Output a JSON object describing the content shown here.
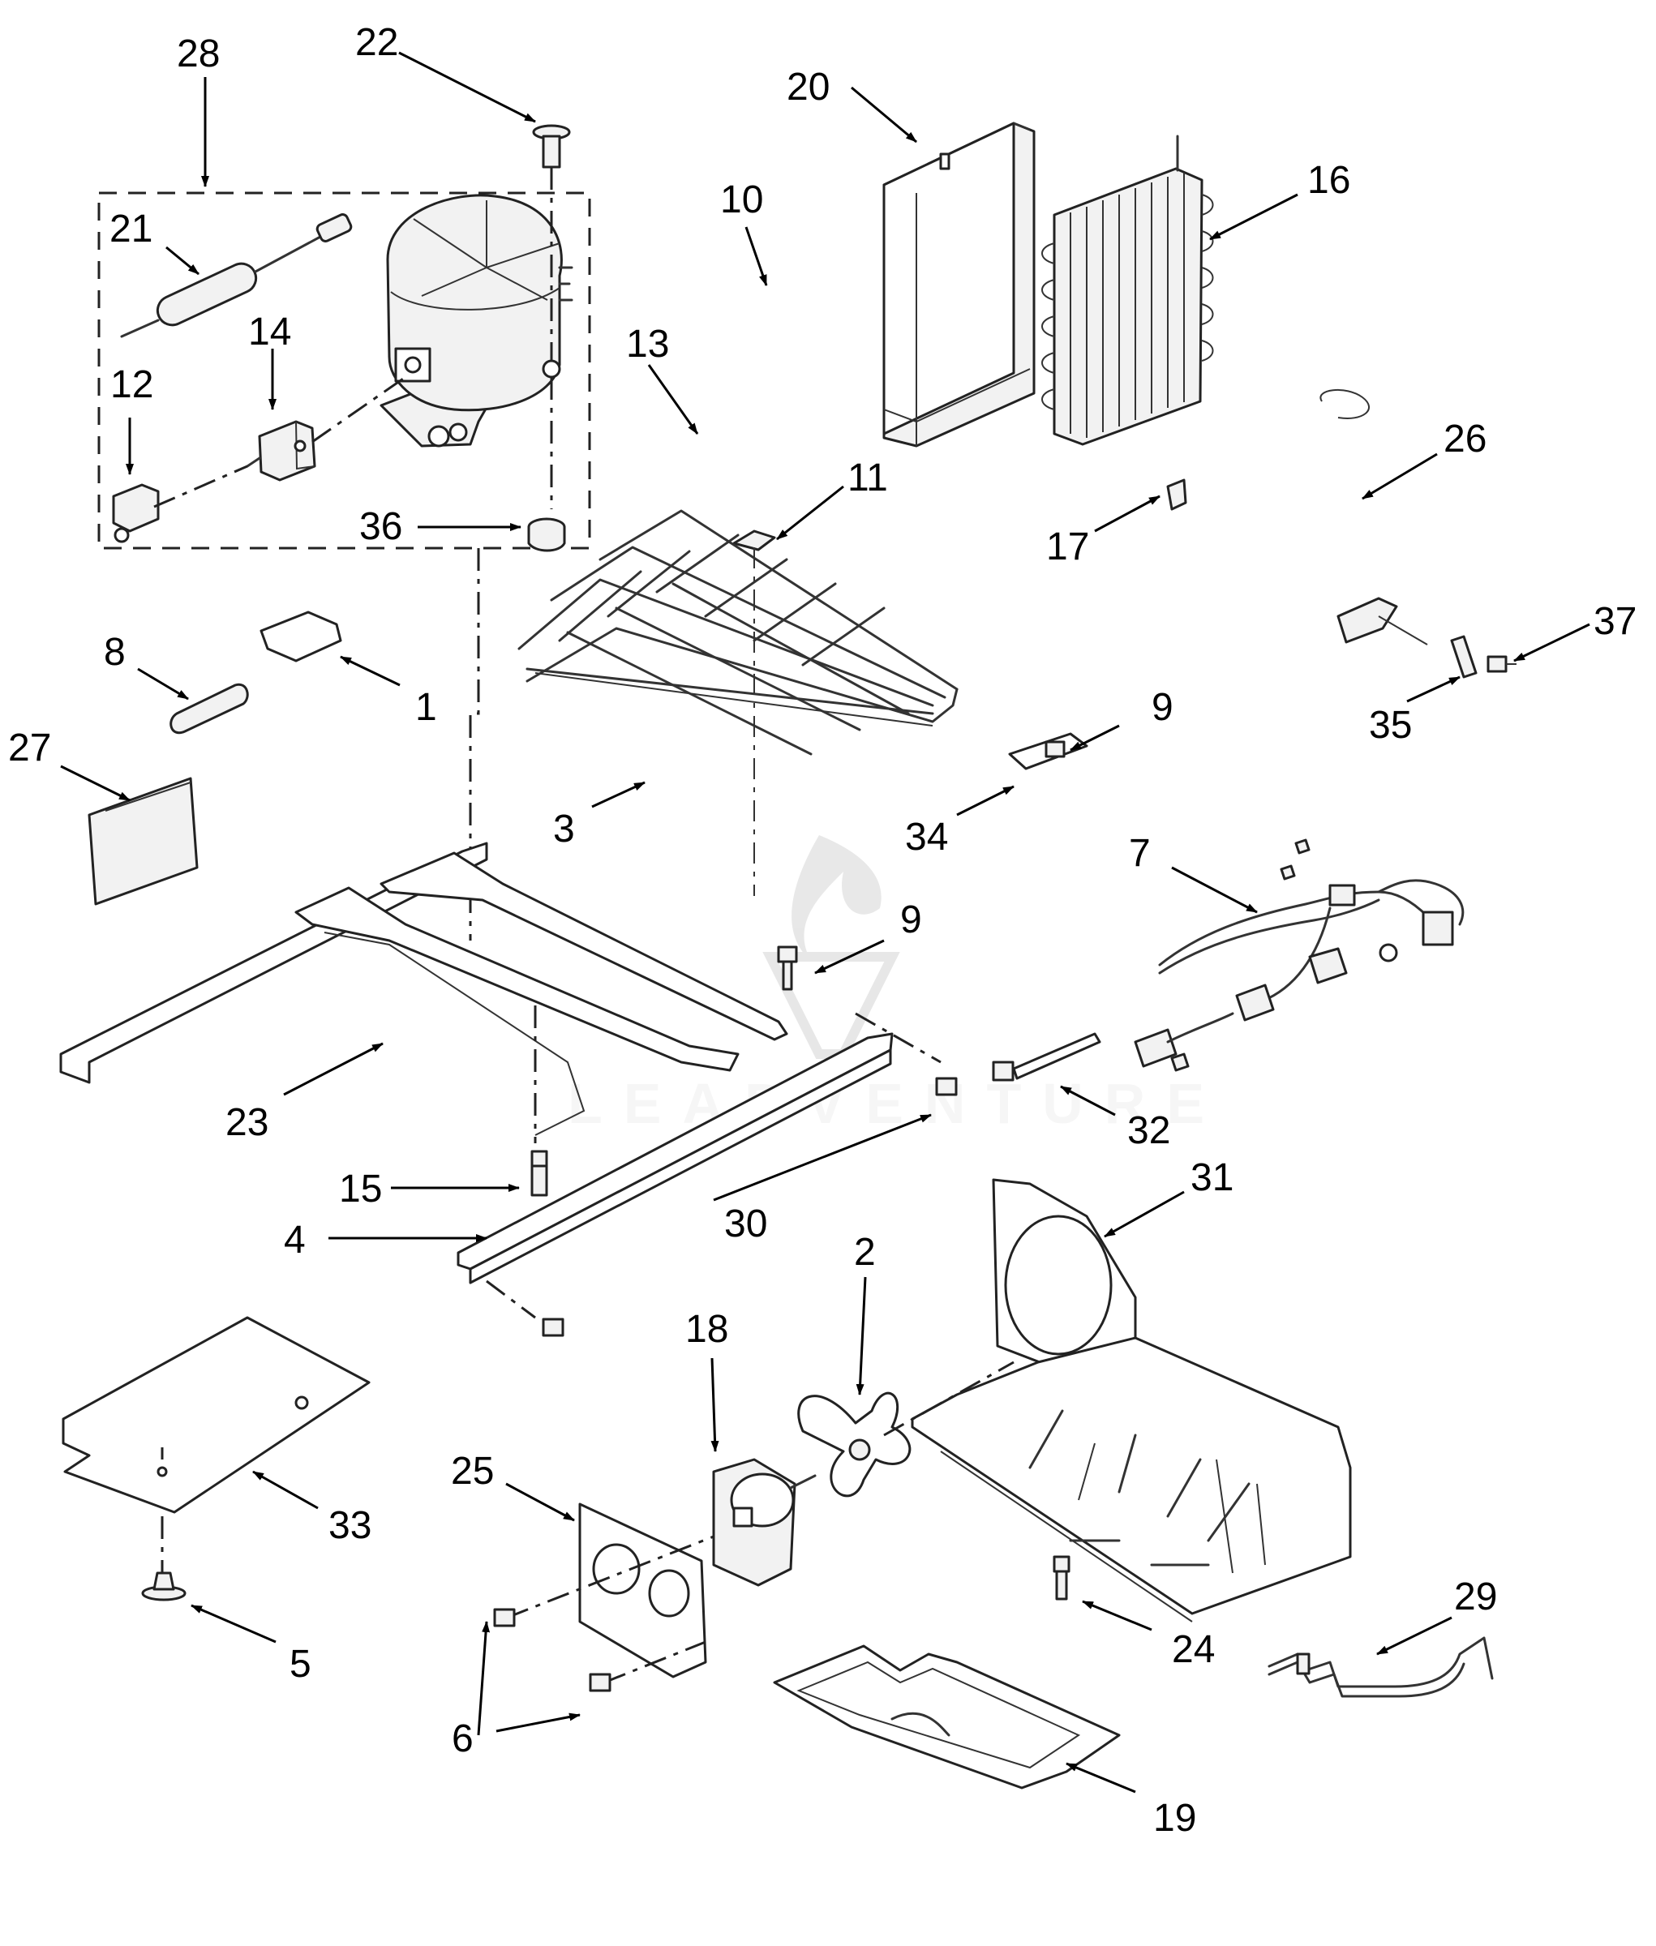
{
  "diagram": {
    "watermark": "LEADVENTURE",
    "callouts": [
      "28",
      "22",
      "20",
      "10",
      "16",
      "21",
      "14",
      "12",
      "13",
      "11",
      "26",
      "36",
      "17",
      "37",
      "8",
      "1",
      "9",
      "35",
      "27",
      "3",
      "34",
      "7",
      "9",
      "23",
      "32",
      "31",
      "15",
      "4",
      "30",
      "2",
      "18",
      "25",
      "33",
      "29",
      "24",
      "5",
      "6",
      "19"
    ]
  }
}
